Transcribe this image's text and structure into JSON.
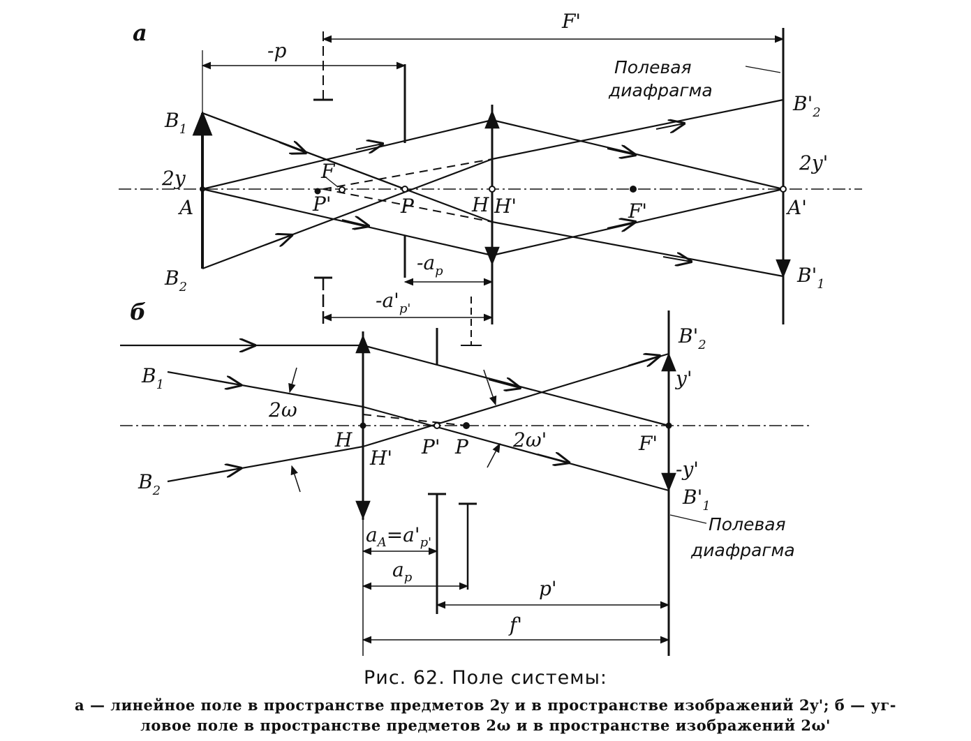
{
  "figure": {
    "panel_a": {
      "tag": "a",
      "field_stop_note_line1": "Полевая",
      "field_stop_note_line2": "диафрагма",
      "labels": {
        "F_prime_top": "F'",
        "minus_p": "-p",
        "B1": "B",
        "B1_sub": "1",
        "B2": "B",
        "B2_sub": "2",
        "two_y": "2y",
        "A": "A",
        "F": "F",
        "P_prime": "P'",
        "P": "P",
        "H": "H",
        "H_prime": "H'",
        "F_prime_axis": "F'",
        "A_prime": "A'",
        "two_y_prime": "2y'",
        "B2_prime": "B'",
        "B2_prime_sub": "2",
        "B1_prime": "B'",
        "B1_prime_sub": "1",
        "minus_a_p": "-a",
        "minus_a_p_sub": "p",
        "minus_a_prime_p_prime": "-a'",
        "minus_a_prime_p_prime_sub": "p'"
      }
    },
    "panel_b": {
      "tag": "б",
      "field_stop_note_line1": "Полевая",
      "field_stop_note_line2": "диафрагма",
      "labels": {
        "B1": "B",
        "B1_sub": "1",
        "B2": "B",
        "B2_sub": "2",
        "two_omega": "2ω",
        "two_omega_prime": "2ω'",
        "H": "H",
        "H_prime": "H'",
        "P_prime": "P'",
        "P": "P",
        "F_prime": "F'",
        "B2_prime": "B'",
        "B2_prime_sub": "2",
        "B1_prime": "B'",
        "B1_prime_sub": "1",
        "y_prime": "y'",
        "minus_y_prime": "-y'",
        "a_A_eq": "a",
        "a_A_sub": "A",
        "a_A_mid": "=a'",
        "a_A_sub2": "p'",
        "a_p": "a",
        "a_p_sub": "p",
        "p_prime": "p'",
        "f_prime": "f'"
      }
    }
  },
  "caption": {
    "title": "Рис. 62. Поле системы:",
    "line1": "а — линейное поле в пространстве предметов 2y и в пространстве изображений 2y'; б — уг-",
    "line2": "ловое поле в пространстве предметов 2ω и в пространстве изображений 2ω'"
  },
  "colors": {
    "ink": "#111111",
    "paper": "#ffffff"
  }
}
